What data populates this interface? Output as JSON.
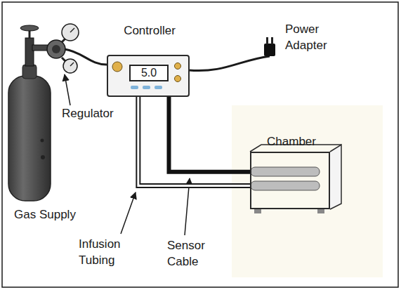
{
  "diagram": {
    "nodes": [
      {
        "text": [
          "Controller",
          "5.0"
        ]
      },
      {
        "text": [
          "Chamber"
        ]
      }
    ],
    "edges": [
      {
        "from": 0,
        "to": 1,
        "arrow": "none"
      },
      {
        "from": 0,
        "to": 1,
        "arrow": "none"
      }
    ],
    "labels": [
      "Power Adapter",
      "Regulator",
      "Gas Supply",
      "Infusion Tubing",
      "Sensor Cable"
    ]
  }
}
